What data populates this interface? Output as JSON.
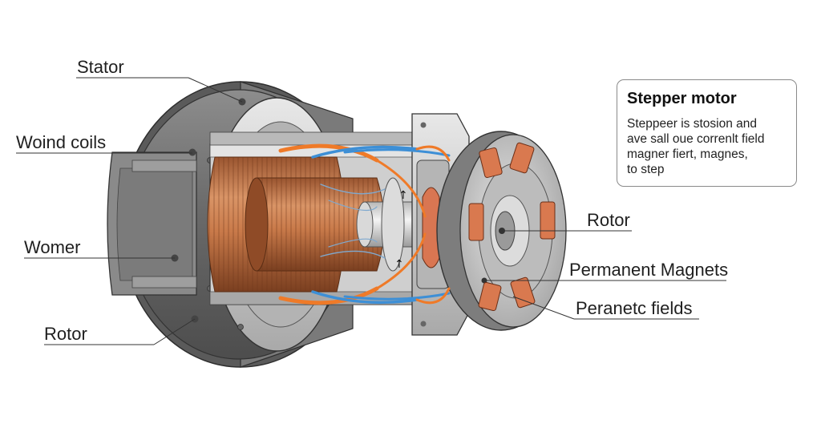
{
  "labels": {
    "stator": "Stator",
    "wound_coils": "Woind coils",
    "womer": "Womer",
    "rotor_left": "Rotor",
    "rotor_right": "Rotor",
    "permanent_magnets": "Permanent Magnets",
    "peranetc_fields": "Peranetc fields"
  },
  "info_box": {
    "title": "Stepper motor",
    "lines": [
      "Steppeer is stosion and",
      "ave sall oue correnlt field",
      "magner fiert, magnes,",
      "to step"
    ]
  },
  "colors": {
    "housing": "#6b6b6b",
    "copper": "#c87a4a",
    "magnet": "#d9794f",
    "field_orange": "#ef7a28",
    "field_blue": "#3d8fd6"
  }
}
